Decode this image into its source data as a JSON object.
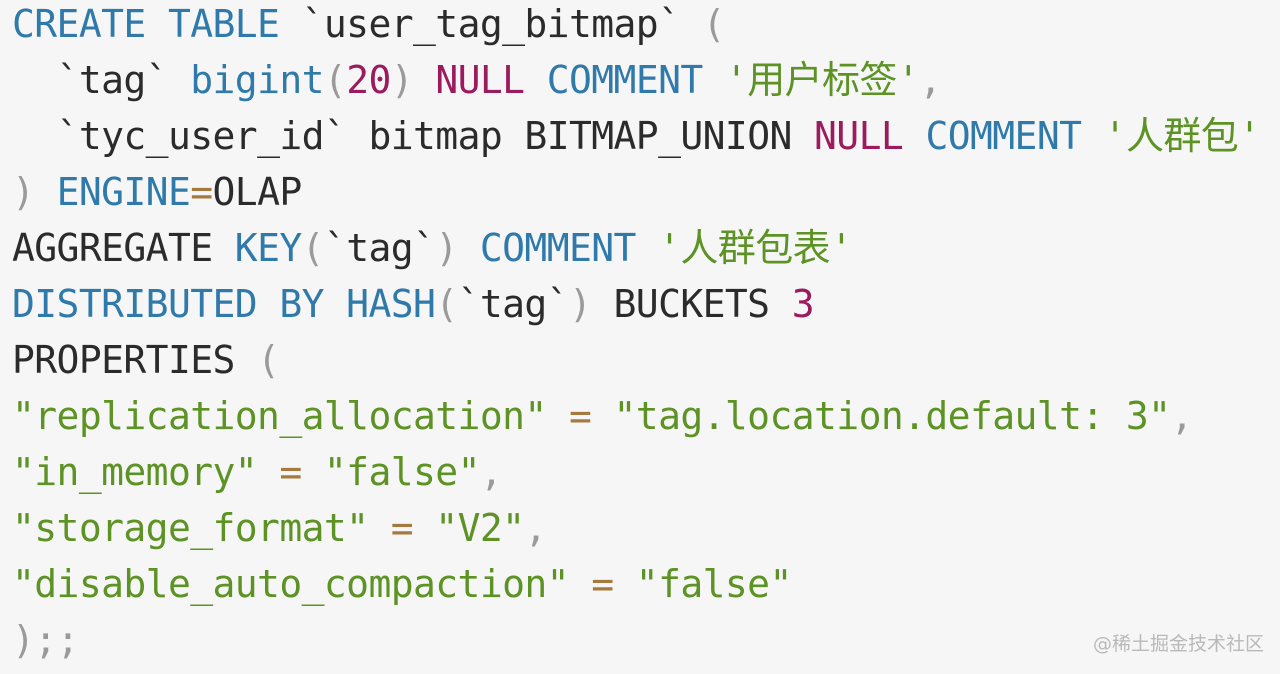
{
  "code": {
    "line1": {
      "create_table": "CREATE TABLE",
      "tbl": "`user_tag_bitmap`",
      "open": "("
    },
    "line2": {
      "col": "`tag`",
      "type": "bigint",
      "lp": "(",
      "len": "20",
      "rp": ")",
      "null": "NULL",
      "comment_kw": "COMMENT",
      "comment": "'用户标签'",
      "comma": ","
    },
    "line3": {
      "col": "`tyc_user_id`",
      "type": "bitmap BITMAP_UNION",
      "null": "NULL",
      "comment_kw": "COMMENT",
      "comment": "'人群包'"
    },
    "line4": {
      "close": ")",
      "engine": "ENGINE",
      "eq": "=",
      "val": "OLAP"
    },
    "line5": {
      "agg": "AGGREGATE",
      "key": "KEY",
      "lp": "(",
      "col": "`tag`",
      "rp": ")",
      "comment_kw": "COMMENT",
      "comment": "'人群包表'"
    },
    "line6": {
      "dist": "DISTRIBUTED BY HASH",
      "lp": "(",
      "col": "`tag`",
      "rp": ")",
      "buckets": "BUCKETS",
      "num": "3"
    },
    "line7": {
      "props": "PROPERTIES",
      "open": "("
    },
    "line8": {
      "key": "\"replication_allocation\"",
      "eq": "=",
      "val": "\"tag.location.default: 3\"",
      "comma": ","
    },
    "line9": {
      "key": "\"in_memory\"",
      "eq": "=",
      "val": "\"false\"",
      "comma": ","
    },
    "line10": {
      "key": "\"storage_format\"",
      "eq": "=",
      "val": "\"V2\"",
      "comma": ","
    },
    "line11": {
      "key": "\"disable_auto_compaction\"",
      "eq": "=",
      "val": "\"false\""
    },
    "line12": {
      "end": ");;"
    }
  },
  "watermark": "@稀土掘金技术社区",
  "colors": {
    "background": "#f6f6f6",
    "keyword": "#2f7aab",
    "identifier": "#2b2b2b",
    "string": "#5d9324",
    "number_null": "#9c1b5e",
    "operator": "#a67a3f",
    "punctuation": "#9a9a9a"
  }
}
